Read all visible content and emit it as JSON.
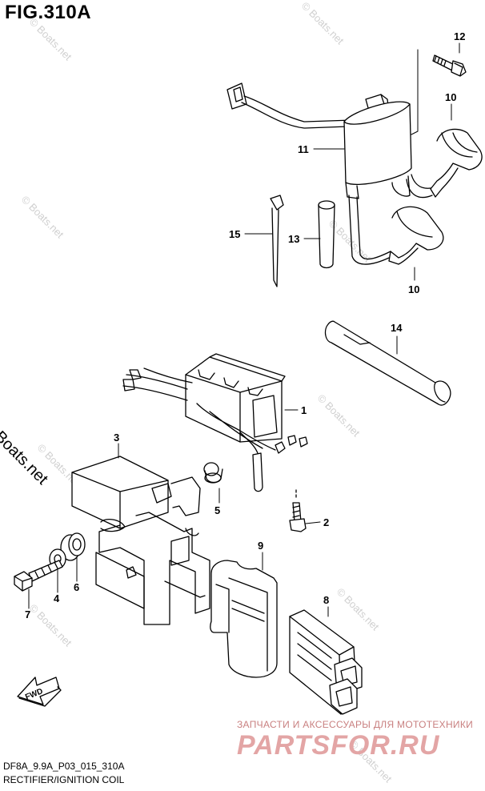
{
  "title": "FIG.310A",
  "footer": {
    "code": "DF8A_9.9A_P03_015_310A",
    "caption": "RECTIFIER/IGNITION COIL"
  },
  "copyright": "© Boats.net",
  "faint_watermark": "© Boats.net",
  "site_watermark": {
    "tagline": "ЗАПЧАСТИ И АКСЕССУАРЫ ДЛЯ МОТОТЕХНИКИ",
    "brand": "PARTSFOR.RU"
  },
  "fwd_label": "FWD",
  "callouts": [
    {
      "id": "12",
      "label": "12"
    },
    {
      "id": "10a",
      "label": "10"
    },
    {
      "id": "11",
      "label": "11"
    },
    {
      "id": "15",
      "label": "15"
    },
    {
      "id": "13",
      "label": "13"
    },
    {
      "id": "10b",
      "label": "10"
    },
    {
      "id": "14",
      "label": "14"
    },
    {
      "id": "1",
      "label": "1"
    },
    {
      "id": "3",
      "label": "3"
    },
    {
      "id": "5",
      "label": "5"
    },
    {
      "id": "2",
      "label": "2"
    },
    {
      "id": "9",
      "label": "9"
    },
    {
      "id": "8",
      "label": "8"
    },
    {
      "id": "4",
      "label": "4"
    },
    {
      "id": "6",
      "label": "6"
    },
    {
      "id": "7",
      "label": "7"
    }
  ],
  "colors": {
    "line": "#000000",
    "watermark_faint": "#d0d0d0",
    "watermark_brand": "#e3a5a5"
  }
}
